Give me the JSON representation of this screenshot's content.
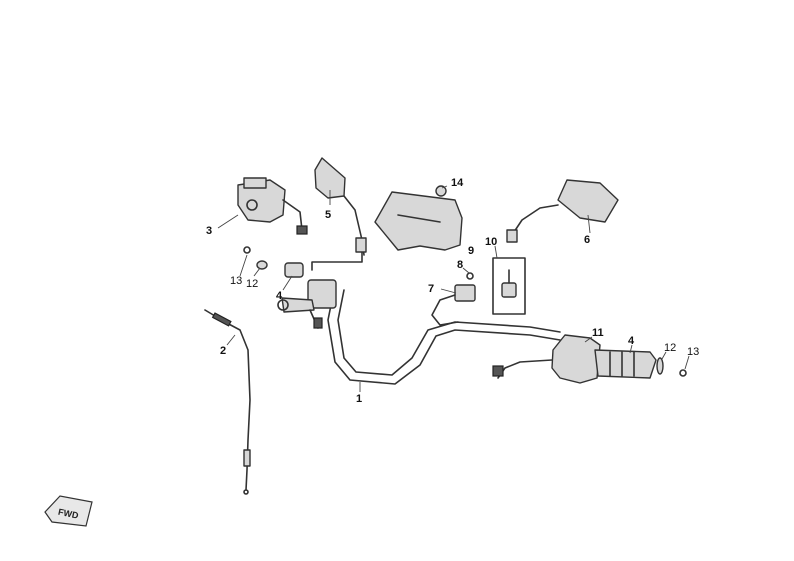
{
  "callouts": {
    "c1": "1",
    "c2": "2",
    "c3": "3",
    "c4_left": "4",
    "c4_right": "4",
    "c5": "5",
    "c6": "6",
    "c7": "7",
    "c8": "8",
    "c9": "9",
    "c10": "10",
    "c11": "11",
    "c12_left": "12",
    "c12_right": "12",
    "c13_left": "13",
    "c13_right": "13",
    "c14": "14"
  },
  "fwd_label": "FWD"
}
